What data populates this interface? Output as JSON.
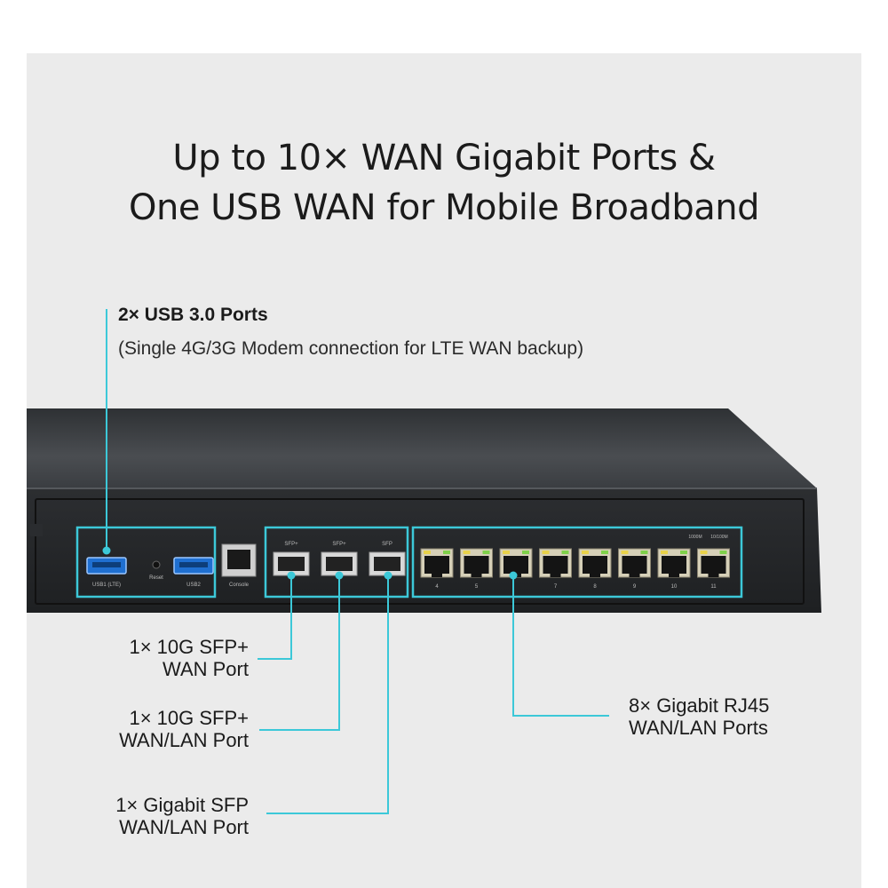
{
  "title": {
    "line1": "Up to 10× WAN Gigabit Ports &",
    "line2": "One USB WAN for Mobile Broadband"
  },
  "usb": {
    "title": "2× USB 3.0 Ports",
    "subtitle": "(Single 4G/3G Modem connection for LTE WAN backup)"
  },
  "callouts": {
    "sfp_wan": {
      "line1": "1× 10G SFP+",
      "line2": "WAN Port"
    },
    "sfp_wanlan": {
      "line1": "1× 10G SFP+",
      "line2": "WAN/LAN Port"
    },
    "gig_sfp": {
      "line1": "1× Gigabit SFP",
      "line2": "WAN/LAN Port"
    },
    "rj45": {
      "line1": "8× Gigabit RJ45",
      "line2": "WAN/LAN Ports"
    }
  },
  "device_labels": {
    "usb1": "USB1 (LTE)",
    "reset": "Reset",
    "usb2": "USB2",
    "console": "Console",
    "sfp1": "SFP+",
    "sfp2": "SFP+",
    "sfp3": "SFP",
    "speed1000": "1000M",
    "speed100": "10/100M",
    "port_numbers": [
      "4",
      "5",
      "",
      "7",
      "8",
      "9",
      "10",
      "11"
    ]
  },
  "colors": {
    "accent": "#3cc8d8",
    "chassis": "#3a3d40",
    "panel_bg": "#ebebeb"
  }
}
